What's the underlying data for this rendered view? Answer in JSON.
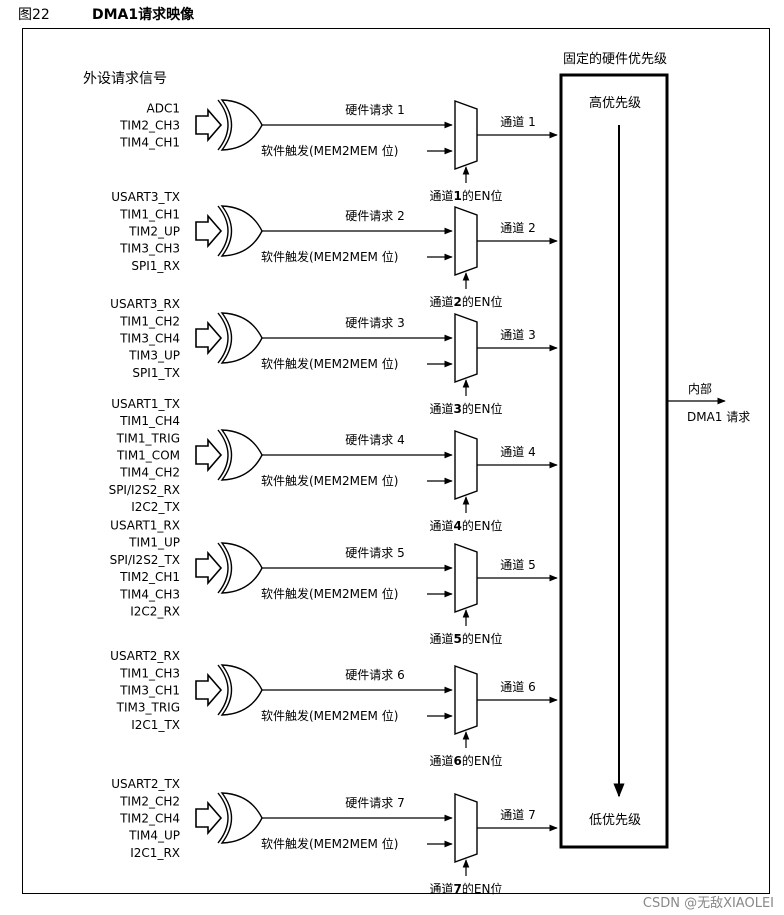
{
  "figure": {
    "label": "图22",
    "title": "DMA1请求映像"
  },
  "left_heading": "外设请求信号",
  "priority_box": {
    "title": "固定的硬件优先级",
    "high_label": "高优先级",
    "low_label": "低优先级"
  },
  "output": {
    "line1": "内部",
    "line2": "DMA1 请求"
  },
  "channels": [
    {
      "signals": [
        "ADC1",
        "TIM2_CH3",
        "TIM4_CH1"
      ],
      "hw_request": "硬件请求 1",
      "sw_trigger": "软件触发(MEM2MEM 位)",
      "channel": "通道 1",
      "en_prefix": "通道",
      "en_num": "1",
      "en_suffix": "的EN位"
    },
    {
      "signals": [
        "USART3_TX",
        "TIM1_CH1",
        "TIM2_UP",
        "TIM3_CH3",
        "SPI1_RX"
      ],
      "hw_request": "硬件请求 2",
      "sw_trigger": "软件触发(MEM2MEM 位)",
      "channel": "通道 2",
      "en_prefix": "通道",
      "en_num": "2",
      "en_suffix": "的EN位"
    },
    {
      "signals": [
        "USART3_RX",
        "TIM1_CH2",
        "TIM3_CH4",
        "TIM3_UP",
        "SPI1_TX"
      ],
      "hw_request": "硬件请求 3",
      "sw_trigger": "软件触发(MEM2MEM 位)",
      "channel": "通道 3",
      "en_prefix": "通道",
      "en_num": "3",
      "en_suffix": "的EN位"
    },
    {
      "signals": [
        "USART1_TX",
        "TIM1_CH4",
        "TIM1_TRIG",
        "TIM1_COM",
        "TIM4_CH2",
        "SPI/I2S2_RX",
        "I2C2_TX"
      ],
      "hw_request": "硬件请求 4",
      "sw_trigger": "软件触发(MEM2MEM 位)",
      "channel": "通道 4",
      "en_prefix": "通道",
      "en_num": "4",
      "en_suffix": "的EN位"
    },
    {
      "signals": [
        "USART1_RX",
        "TIM1_UP",
        "SPI/I2S2_TX",
        "TIM2_CH1",
        "TIM4_CH3",
        "I2C2_RX"
      ],
      "hw_request": "硬件请求 5",
      "sw_trigger": "软件触发(MEM2MEM 位)",
      "channel": "通道 5",
      "en_prefix": "通道",
      "en_num": "5",
      "en_suffix": "的EN位"
    },
    {
      "signals": [
        "USART2_RX",
        "TIM1_CH3",
        "TIM3_CH1",
        "TIM3_TRIG",
        "I2C1_TX"
      ],
      "hw_request": "硬件请求 6",
      "sw_trigger": "软件触发(MEM2MEM 位)",
      "channel": "通道 6",
      "en_prefix": "通道",
      "en_num": "6",
      "en_suffix": "的EN位"
    },
    {
      "signals": [
        "USART2_TX",
        "TIM2_CH2",
        "TIM2_CH4",
        "TIM4_UP",
        "I2C1_RX"
      ],
      "hw_request": "硬件请求 7",
      "sw_trigger": "软件触发(MEM2MEM 位)",
      "channel": "通道 7",
      "en_prefix": "通道",
      "en_num": "7",
      "en_suffix": "的EN位"
    }
  ],
  "watermark": "CSDN @无敌XIAOLEI"
}
